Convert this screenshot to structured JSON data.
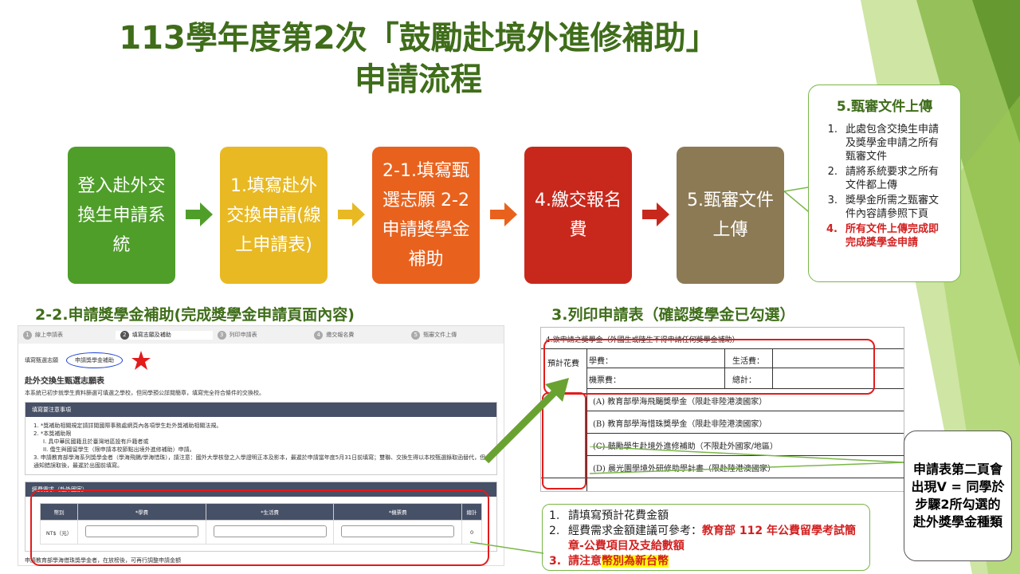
{
  "title": {
    "line1": "113學年度第2次「鼓勵赴境外進修補助」",
    "line2": "申請流程"
  },
  "steps": [
    {
      "label": "登入赴外交換生申請系統",
      "color": "#4f9e2a"
    },
    {
      "label": "1.填寫赴外交換申請(線上申請表)",
      "color": "#e8b923"
    },
    {
      "label": "2-1.填寫甄選志願 2-2申請獎學金補助",
      "color": "#e8621e"
    },
    {
      "label": "4.繳交報名費",
      "color": "#c8281c"
    },
    {
      "label": "5.甄審文件上傳",
      "color": "#8c7a55"
    }
  ],
  "callout_upload": {
    "title": "5.甄審文件上傳",
    "items": [
      {
        "n": "1.",
        "text": "此處包含交換生申請及獎學金申請之所有甄審文件"
      },
      {
        "n": "2.",
        "text": "請將系統要求之所有文件都上傳"
      },
      {
        "n": "3.",
        "text": "獎學金所需之甄審文件內容請參照下頁"
      },
      {
        "n": "4.",
        "text": "所有文件上傳完成即完成獎學金申請"
      }
    ]
  },
  "section_left": "2-2.申請獎學金補助(完成獎學金申請頁面內容)",
  "section_right": "3.列印申請表（確認獎學金已勾選）",
  "screenshot": {
    "tabs": [
      {
        "n": "1",
        "label": "線上申請表"
      },
      {
        "n": "2",
        "label": "填寫志願及補助"
      },
      {
        "n": "3",
        "label": "列印申請表"
      },
      {
        "n": "4",
        "label": "繳交報名費"
      },
      {
        "n": "5",
        "label": "甄審文件上傳"
      }
    ],
    "subtab_1": "填寫甄選志願",
    "subtab_2": "申請獎學金補助",
    "heading": "赴外交換生甄選志願表",
    "intro": "本系統已初步就學生資料篩選可填選之學校，但同學預公詳閱簡章，填寫完全符合條件的交換校。",
    "notice_bar": "填寫要注意事項",
    "notice_1": "1. *獎補助相關規定請詳閱國際事務處網頁內各項學生赴外獎補助相關法規。",
    "notice_2": "2. *本獎補助限",
    "notice_2a": "I. 具中華民國籍且於臺灣地區設有戶籍者或",
    "notice_2b": "II. 僑生與國留學生（限申請本校節點出境外進修補助）申請。",
    "notice_3": "3. 申請教育部學海系列獎學金者（學海飛颺/學海惜珠），請注意：國外大學核發之入學證明正本及影本，最遲於申請當年度5月31日前填寫；雙聯、交換生得以本校甄選錄取函替代，但通知錯誤取後，最遲於出國前填寫。",
    "fee_bar": "經費需求（赴外國家）",
    "fee_headers": [
      "幣別",
      "*學費",
      "*生活費",
      "*機票費",
      "總計"
    ],
    "fee_currency": "NT$（元）",
    "fee_total": "0",
    "footer": "申請教育部學海借珠獎學金者，在放榜後，可再行調整申請金額"
  },
  "form": {
    "header": "4.欲申請之獎學金（外國生或陸生不得申請任何獎學金補助）",
    "row_label": "預計花費",
    "cell_tuition": "學費：",
    "cell_living": "生活費：",
    "cell_ticket": "機票費：",
    "cell_total": "總計：",
    "options": [
      "(A) 教育部學海飛颺獎學金（限赴非陸港澳國家）",
      "(B) 教育部學海惜珠獎學金（限赴非陸港澳國家）",
      "(C) 鼓勵學生赴境外進修補助（不限赴外國家/地區）",
      "(D) 晨光園學境外研修助學計畫（限赴陸港澳國家）"
    ]
  },
  "note": {
    "items": [
      {
        "n": "1.",
        "text": "請填寫預計花費金額"
      },
      {
        "n": "2.",
        "text_prefix": "經費需求金額建議可參考：",
        "text_red": "教育部 112 年公費留學考試簡章-公費項目及支給數額"
      },
      {
        "n": "3.",
        "text_prefix": "請注意",
        "text_hl": "幣別為新台幣"
      }
    ]
  },
  "right_box": "申請表第二頁會出現V = 同學於步驟2所勾選的赴外獎學金種類"
}
